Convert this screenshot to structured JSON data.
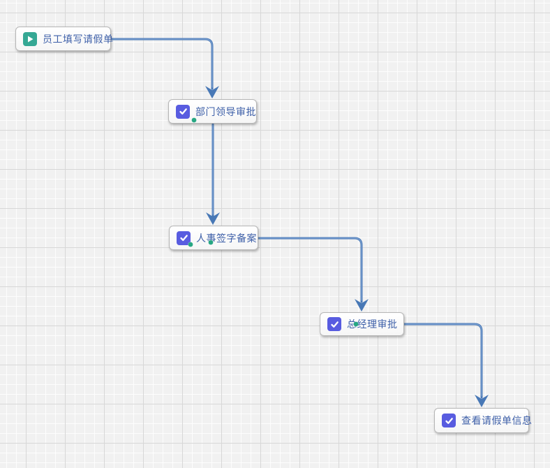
{
  "canvas": {
    "type": "workflow-diagram",
    "background": "grid"
  },
  "colors": {
    "canvas_bg": "#f1f1f1",
    "grid_major": "#d7d7d7",
    "edge": "#4878b6",
    "node_border": "#b6b6b6",
    "node_bg": "#ffffff",
    "label_text": "#3d5fa8",
    "start_icon_bg": "#35a894",
    "task_icon_bg": "#585ce0",
    "endpoint_dot": "#27a783"
  },
  "flowchart": {
    "nodes": [
      {
        "id": "start",
        "type": "start",
        "icon": "play-icon",
        "label": "员工填写请假单"
      },
      {
        "id": "dept-approve",
        "type": "task",
        "icon": "check-icon",
        "label": "部门领导审批"
      },
      {
        "id": "hr-sign",
        "type": "task",
        "icon": "check-icon",
        "label": "人事签字备案"
      },
      {
        "id": "gm-approve",
        "type": "task",
        "icon": "check-icon",
        "label": "总经理审批"
      },
      {
        "id": "view-info",
        "type": "task",
        "icon": "check-icon",
        "label": "查看请假单信息"
      }
    ],
    "edges": [
      {
        "from": "员工填写请假单",
        "to": "部门领导审批",
        "route": "right-then-down"
      },
      {
        "from": "部门领导审批",
        "to": "人事签字备案",
        "route": "straight-down"
      },
      {
        "from": "人事签字备案",
        "to": "总经理审批",
        "route": "right-then-down"
      },
      {
        "from": "总经理审批",
        "to": "查看请假单信息",
        "route": "right-then-down"
      }
    ],
    "endpoint_dots_count": 4
  }
}
